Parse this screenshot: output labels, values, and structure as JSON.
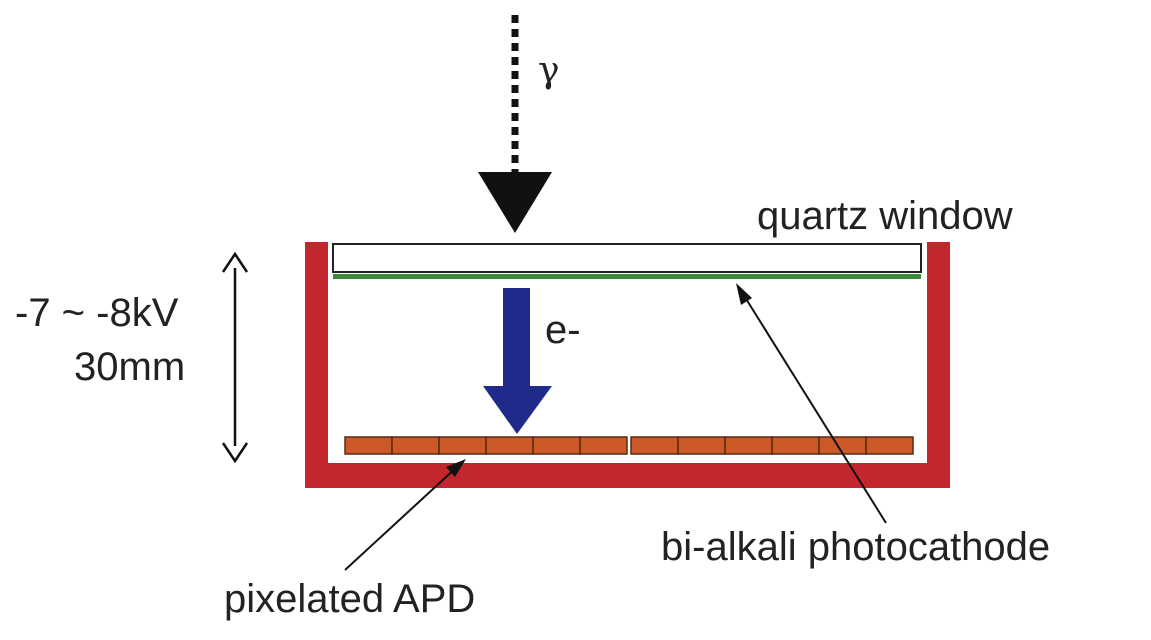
{
  "labels": {
    "gamma": "γ",
    "quartz_window": "quartz window",
    "electron": "e-",
    "voltage": "-7 ~ -8kV",
    "gap": "30mm",
    "photocathode": "bi-alkali photocathode",
    "apd": "pixelated APD"
  },
  "colors": {
    "housing": "#c1272d",
    "photocathode": "#3b8a3b",
    "electron_arrow": "#1f2a8a",
    "apd_pixel": "#cc5a28",
    "apd_outline": "#5a2a10",
    "ink": "#111111"
  },
  "apd": {
    "segments": [
      6,
      6
    ]
  }
}
